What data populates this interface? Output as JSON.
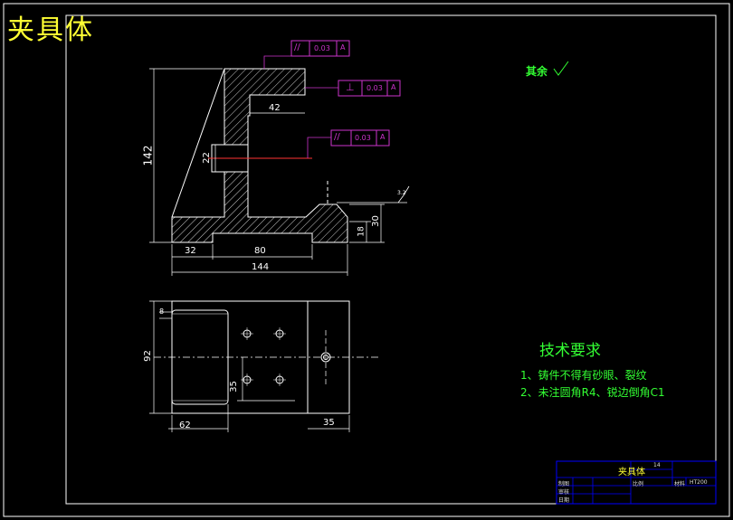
{
  "drawing": {
    "title": "夹具体",
    "surface_note": "其余",
    "tech_requirements": {
      "title": "技术要求",
      "items": [
        "1、铸件不得有砂眼、裂纹",
        "2、未注圆角R4、锐边倒角C1"
      ]
    }
  },
  "tolerances": [
    {
      "symbol": "//",
      "value": "0.03",
      "datum": "A"
    },
    {
      "symbol": "⊥",
      "value": "0.03",
      "datum": "A"
    },
    {
      "symbol": "//",
      "value": "0.03",
      "datum": "A"
    }
  ],
  "dimensions": {
    "front": {
      "height_142": "142",
      "hole_22": "22",
      "slot_42": "42",
      "left_32": "32",
      "mid_80": "80",
      "total_144": "144",
      "h_30": "30",
      "h_18": "18",
      "roughness": "3.2"
    },
    "top": {
      "d_8": "8",
      "width_92": "92",
      "d_35_v": "35",
      "d_62": "62",
      "d_35_h": "35"
    }
  },
  "title_block": {
    "part_name": "夹具体",
    "quantity": "14",
    "material": "HT200",
    "cells": [
      "制图",
      "审核",
      "比例",
      "材料",
      "日期"
    ]
  },
  "colors": {
    "outline": "#ffffff",
    "dimension": "#ffffff",
    "tolerance": "#cc33cc",
    "centerline": "#ff3333",
    "text_title": "#ffff33",
    "text_notes": "#33ff33",
    "title_block": "#0000ff"
  }
}
